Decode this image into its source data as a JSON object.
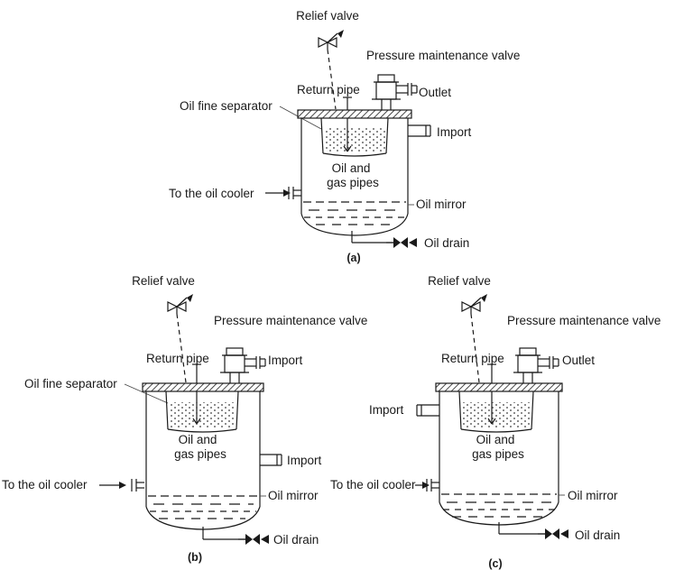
{
  "page": {
    "background": "#ffffff",
    "line_color": "#1a1a1a"
  },
  "diagrams": {
    "a": {
      "caption": "(a)",
      "labels": {
        "relief_valve": "Relief valve",
        "pressure_maintenance_valve": "Pressure maintenance valve",
        "return_pipe": "Return pipe",
        "oil_fine_separator": "Oil fine separator",
        "outlet": "Outlet",
        "import": "Import",
        "oil_and": "Oil and",
        "gas_pipes": "gas pipes",
        "to_the_oil_cooler": "To the oil cooler",
        "oil_mirror": "Oil mirror",
        "oil_drain": "Oil drain"
      }
    },
    "b": {
      "caption": "(b)",
      "labels": {
        "relief_valve": "Relief valve",
        "pressure_maintenance_valve": "Pressure maintenance valve",
        "return_pipe": "Return pipe",
        "oil_fine_separator": "Oil fine separator",
        "import_top": "Import",
        "import_side": "Import",
        "oil_and": "Oil and",
        "gas_pipes": "gas pipes",
        "to_the_oil_cooler": "To the oil cooler",
        "oil_mirror": "Oil mirror",
        "oil_drain": "Oil drain"
      }
    },
    "c": {
      "caption": "(c)",
      "labels": {
        "relief_valve": "Relief valve",
        "pressure_maintenance_valve": "Pressure maintenance valve",
        "return_pipe": "Return pipe",
        "outlet": "Outlet",
        "import": "Import",
        "oil_and": "Oil and",
        "gas_pipes": "gas pipes",
        "to_the_oil_cooler": "To the oil cooler",
        "oil_mirror": "Oil mirror",
        "oil_drain": "Oil drain"
      }
    }
  }
}
